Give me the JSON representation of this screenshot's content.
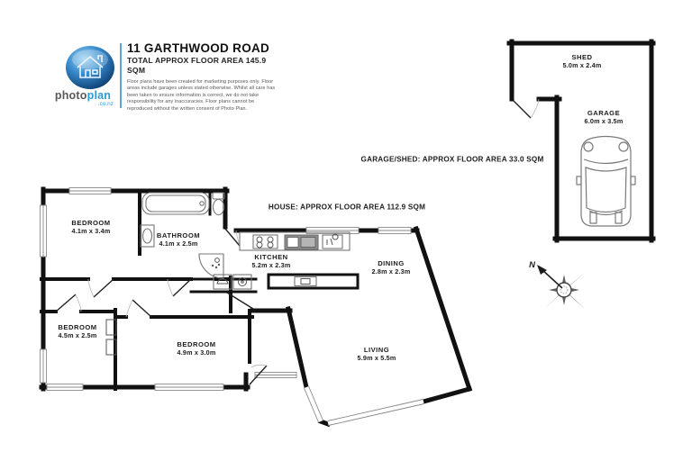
{
  "header": {
    "logo": {
      "brand_photo": "photo",
      "brand_plan": "plan",
      "brand_suffix": ".co.nz"
    },
    "title": "11 GARTHWOOD ROAD",
    "subtitle": "TOTAL APPROX FLOOR AREA 145.9 SQM",
    "disclaimer_lines": [
      "Floor plans have been created for marketing purposes only. Floor",
      "areas include garages unless stated otherwise. Whilst all care has",
      "been taken to ensure information is correct, we do not take",
      "responsibility for any inaccuracies. Floor plans cannot be",
      "reproduced without the written consent of Photo Plan."
    ]
  },
  "areas": {
    "garage_shed": "GARAGE/SHED: APPROX FLOOR AREA 33.0 SQM",
    "house": "HOUSE: APPROX FLOOR AREA 112.9 SQM"
  },
  "rooms": {
    "bedroom1": {
      "name": "BEDROOM",
      "dims": "4.1m x 3.4m"
    },
    "bathroom": {
      "name": "BATHROOM",
      "dims": "4.1m x 2.5m"
    },
    "kitchen": {
      "name": "KITCHEN",
      "dims": "5.2m x 2.3m"
    },
    "dining": {
      "name": "DINING",
      "dims": "2.8m x 2.3m"
    },
    "living": {
      "name": "LIVING",
      "dims": "5.9m x 5.5m"
    },
    "bedroom2": {
      "name": "BEDROOM",
      "dims": "4.5m x 2.5m"
    },
    "bedroom3": {
      "name": "BEDROOM",
      "dims": "4.9m x 3.0m"
    },
    "shed": {
      "name": "SHED",
      "dims": "5.0m x 2.4m"
    },
    "garage": {
      "name": "GARAGE",
      "dims": "6.0m x 3.5m"
    }
  },
  "compass": {
    "north_label": "N"
  },
  "colors": {
    "wall": "#111111",
    "logo_blue": "#2b9cd8",
    "logo_dark_blue": "#0b3d70"
  }
}
